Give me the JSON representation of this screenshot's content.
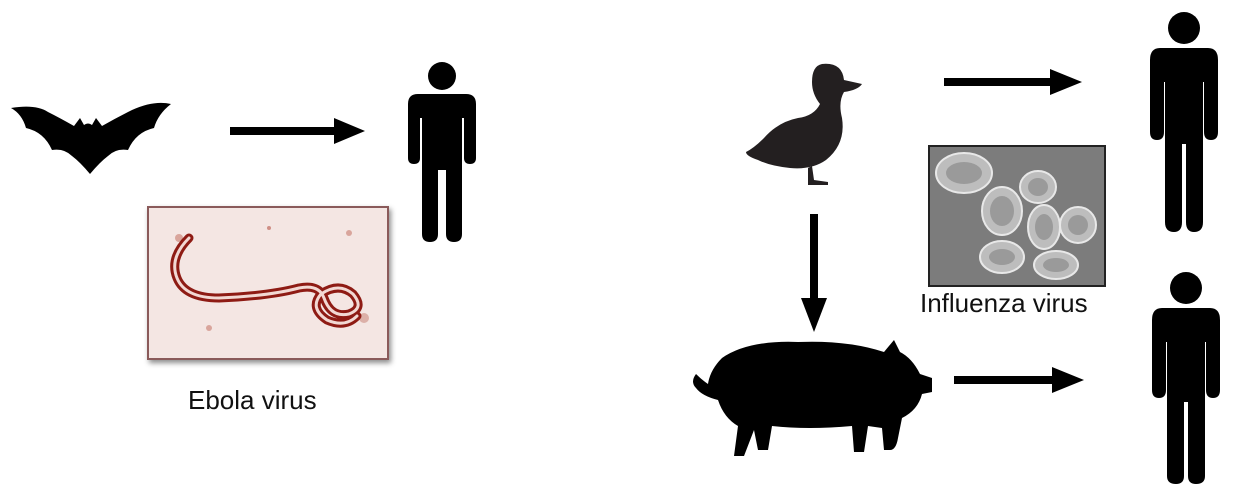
{
  "left_panel": {
    "source_icon": "bat-icon",
    "target_icon": "person-icon",
    "virus_image": "ebola-virus-micrograph",
    "caption": "Ebola virus"
  },
  "right_panel": {
    "source_icon": "duck-icon",
    "intermediate_icon": "pig-icon",
    "target_icons": [
      "person-icon",
      "person-icon"
    ],
    "virus_image": "influenza-virus-micrograph",
    "caption": "Influenza virus"
  },
  "colors": {
    "silhouette": "#000000",
    "duck": "#231f20",
    "ebola_tint": "#c0362c",
    "flu_tint": "#8c8c8c"
  }
}
